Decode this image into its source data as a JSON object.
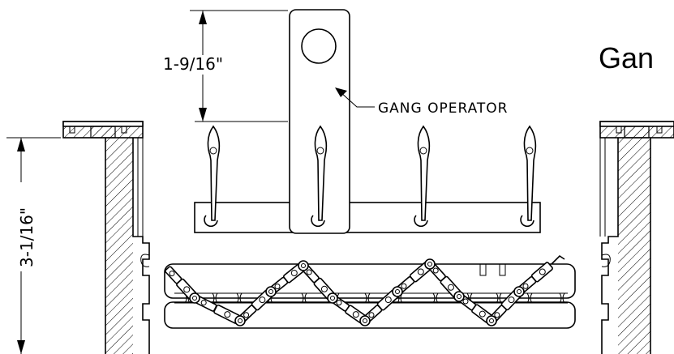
{
  "title": "Gan",
  "dimensions": {
    "upper": "1-9/16\"",
    "left": "3-1/16\""
  },
  "labels": {
    "gang_operator": "GANG OPERATOR"
  },
  "colors": {
    "line": "#000000",
    "background": "#ffffff"
  }
}
